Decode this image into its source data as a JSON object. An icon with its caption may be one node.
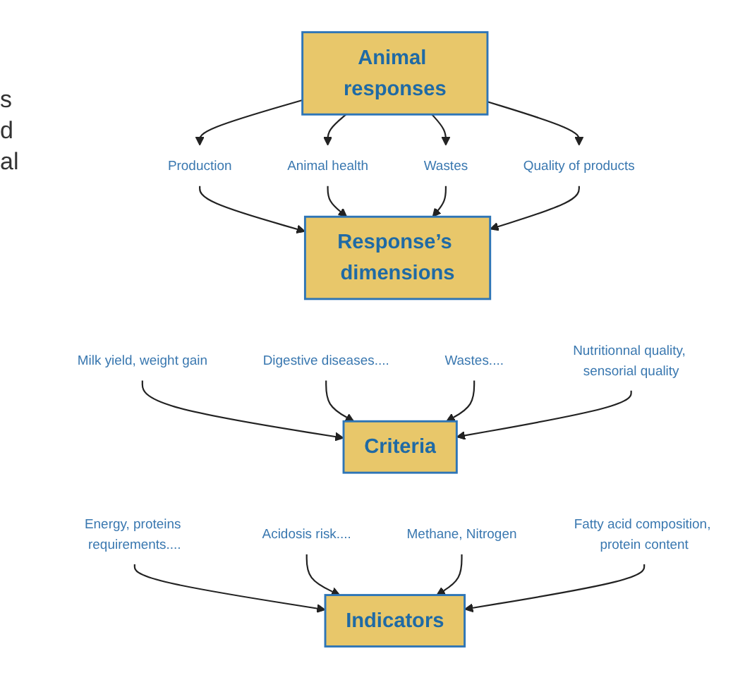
{
  "diagram": {
    "nodes": [
      {
        "text": [
          "Animal responses"
        ]
      },
      {
        "text": [
          "Production"
        ]
      },
      {
        "text": [
          "Animal health"
        ]
      },
      {
        "text": [
          "Wastes"
        ]
      },
      {
        "text": [
          "Quality of products"
        ]
      },
      {
        "text": [
          "Response’s dimensions"
        ]
      },
      {
        "text": [
          "Milk yield, weight gain"
        ]
      },
      {
        "text": [
          "Digestive diseases...."
        ]
      },
      {
        "text": [
          "Wastes...."
        ]
      },
      {
        "text": [
          "Nutritionnal quality, sensorial quality"
        ]
      },
      {
        "text": [
          "Criteria"
        ]
      },
      {
        "text": [
          "Energy, proteins requirements...."
        ]
      },
      {
        "text": [
          "Acidosis risk...."
        ]
      },
      {
        "text": [
          "Methane, Nitrogen"
        ]
      },
      {
        "text": [
          "Fatty acid composition, protein content"
        ]
      },
      {
        "text": [
          "Indicators"
        ]
      }
    ],
    "edges": [
      {
        "from": 0,
        "to": 1,
        "arrow": "to"
      },
      {
        "from": 0,
        "to": 2,
        "arrow": "to"
      },
      {
        "from": 0,
        "to": 3,
        "arrow": "to"
      },
      {
        "from": 0,
        "to": 4,
        "arrow": "to"
      },
      {
        "from": 1,
        "to": 5,
        "arrow": "to"
      },
      {
        "from": 2,
        "to": 5,
        "arrow": "to"
      },
      {
        "from": 3,
        "to": 5,
        "arrow": "to"
      },
      {
        "from": 4,
        "to": 5,
        "arrow": "to"
      },
      {
        "from": 6,
        "to": 10,
        "arrow": "to"
      },
      {
        "from": 7,
        "to": 10,
        "arrow": "to"
      },
      {
        "from": 8,
        "to": 10,
        "arrow": "to"
      },
      {
        "from": 9,
        "to": 10,
        "arrow": "to"
      },
      {
        "from": 11,
        "to": 15,
        "arrow": "to"
      },
      {
        "from": 12,
        "to": 15,
        "arrow": "to"
      },
      {
        "from": 13,
        "to": 15,
        "arrow": "to"
      },
      {
        "from": 14,
        "to": 15,
        "arrow": "to"
      }
    ],
    "labels": [
      "s",
      "d",
      "al"
    ]
  }
}
